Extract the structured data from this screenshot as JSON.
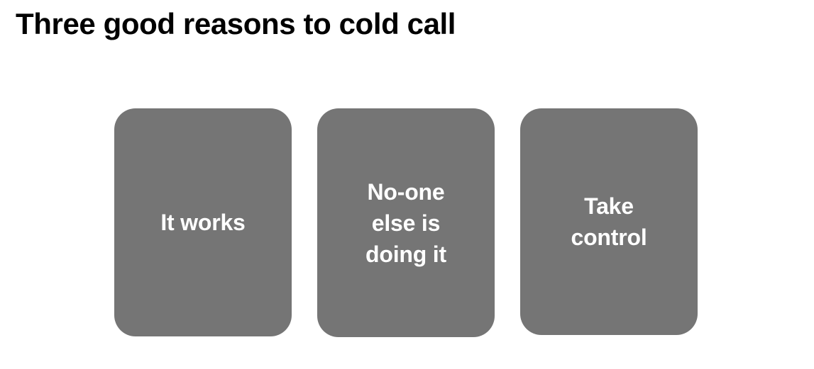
{
  "slide": {
    "title": "Three good reasons to cold call",
    "background_color": "#ffffff",
    "title_color": "#000000",
    "card_color": "#757575",
    "card_text_color": "#ffffff",
    "cards": [
      {
        "text": "It works"
      },
      {
        "text": "No-one\nelse is\ndoing it"
      },
      {
        "text": "Take\ncontrol"
      }
    ]
  }
}
